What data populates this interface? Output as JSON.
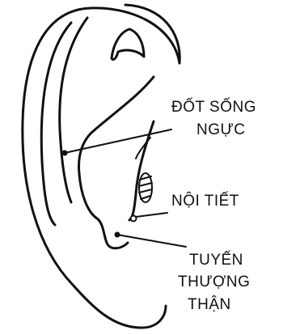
{
  "labels": {
    "dot_song_nguc": [
      "ĐỐT SỐNG",
      "NGỰC"
    ],
    "noi_tiet": [
      "NỘI TIẾT"
    ],
    "tuyen_thuong_than": [
      "TUYẾN",
      "THƯỢNG",
      "THẬN"
    ]
  },
  "colors": {
    "ink": "#111111",
    "paper": "#ffffff"
  }
}
